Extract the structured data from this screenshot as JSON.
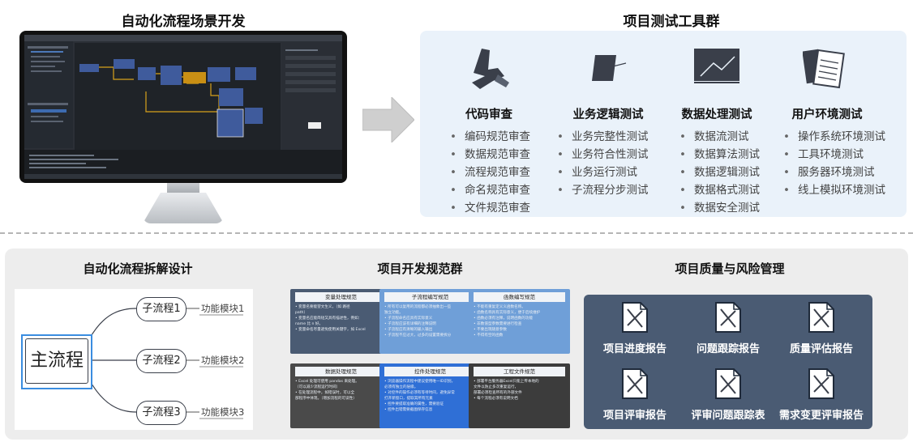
{
  "top_left": {
    "title": "自动化流程场景开发"
  },
  "test_tools": {
    "title": "项目测试工具群",
    "columns": [
      {
        "heading": "代码审查",
        "icon": "magnifier-code-icon",
        "items": [
          "编码规范审查",
          "数据规范审查",
          "流程规范审查",
          "命名规范审查",
          "文件规范审查"
        ]
      },
      {
        "heading": "业务逻辑测试",
        "icon": "logic-chart-icon",
        "items": [
          "业务完整性测试",
          "业务符合性测试",
          "业务运行测试",
          "子流程分步测试"
        ]
      },
      {
        "heading": "数据处理测试",
        "icon": "data-chart-icon",
        "items": [
          "数据流测试",
          "数据算法测试",
          "数据逻辑测试",
          "数据格式测试",
          "数据安全测试"
        ]
      },
      {
        "heading": "用户环境测试",
        "icon": "notebook-icon",
        "items": [
          "操作系统环境测试",
          "工具环境测试",
          "服务器环境测试",
          "线上模拟环境测试"
        ]
      }
    ]
  },
  "decompose": {
    "title": "自动化流程拆解设计",
    "main": "主流程",
    "subs": [
      {
        "label": "子流程1",
        "module": "功能模块1"
      },
      {
        "label": "子流程2",
        "module": "功能模块2"
      },
      {
        "label": "子流程3",
        "module": "功能模块3"
      }
    ]
  },
  "specs": {
    "title": "项目开发规范群",
    "cards": [
      {
        "title": "变量处理规范",
        "color": "#4a5b73",
        "lines": [
          "• 变量名要能望文生义，（如 路径",
          "  path）",
          "• 变量名应能简短又具有描述性，例如：",
          "  name 比 n 好。",
          "• 变量命名尽量避免使用关键字，如 Excel"
        ]
      },
      {
        "title": "子流程编写规范",
        "color": "#6f9fd8",
        "lines": [
          "• 所有可以复用的流程都必须抽象出一些",
          "  独立功能。",
          "• 子流程命名应具有实际意义",
          "• 子流程应该有详细的注释说明",
          "• 子流程应有清晰的输入输出",
          "• 子流程不应过大，过多的设置需要拆分"
        ]
      },
      {
        "title": "函数编写规范",
        "color": "#6f9fd8",
        "lines": [
          "• 不能有重复定义义函数名称。",
          "• 函数名称具有实际意义，便于后续维护",
          "• 函数必须有注释，说明函数的功能",
          "• 非数值型参数需要进行检查",
          "• 不要出现随意参数",
          "• 不得有空的函数"
        ]
      },
      {
        "title": "数据处理规范",
        "color": "#4a4a4a",
        "lines": [
          "• Excel 处理可使用 pandas 来处理。",
          "  （可以减少流程运行时间）",
          "• 在处理流程中，如错误时，可以全",
          "  部程序中体现。（增加流程的可读性）"
        ]
      },
      {
        "title": "控件处理规范",
        "color": "#2f6fd6",
        "lines": [
          "• 浏览器操作流程中建议使用唯一ID识别，",
          "  必须有独立的层级。",
          "• 对控件的操作必须有等待时间，避免异常",
          "  打开新窗口，提取其所有元素",
          "• 控件要提取准确的属性，需要验证",
          "• 控件出错需要截图保存信息"
        ]
      },
      {
        "title": "工程文件规范",
        "color": "#3c3c3c",
        "lines": [
          "• 部署平台服务器Excel只能上传本地的",
          "  文件以防止多次重复运行，",
          "  部署必须检查所有的外部文件",
          "• 每个流程必须有说明文档"
        ]
      }
    ]
  },
  "quality": {
    "title": "项目质量与风险管理",
    "items": [
      "项目进度报告",
      "问题跟踪报告",
      "质量评估报告",
      "项目评审报告",
      "评审问题跟踪表",
      "需求变更评审报告"
    ]
  }
}
